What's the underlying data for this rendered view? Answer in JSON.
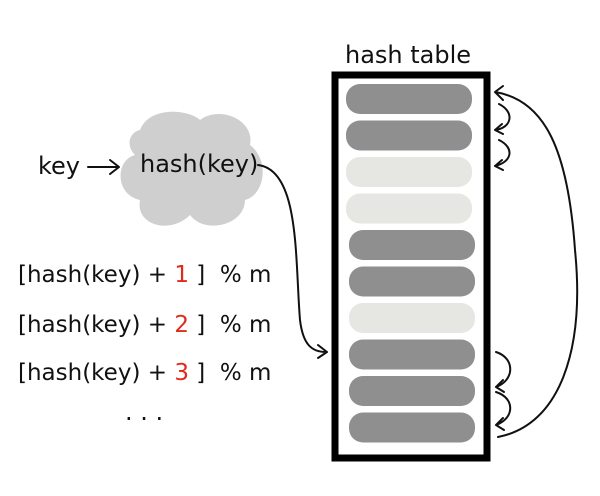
{
  "title": "hash table",
  "key_label": "key",
  "hash_label": "hash(key)",
  "probe_formulas": [
    {
      "prefix": "[hash(key) + ",
      "step": "1",
      "suffix": " ]  % m"
    },
    {
      "prefix": "[hash(key) + ",
      "step": "2",
      "suffix": " ]  % m"
    },
    {
      "prefix": "[hash(key) + ",
      "step": "3",
      "suffix": " ]  % m"
    }
  ],
  "ellipsis": ". . .",
  "slots": [
    "occupied",
    "occupied",
    "empty",
    "empty",
    "occupied",
    "occupied",
    "empty",
    "occupied",
    "occupied",
    "occupied"
  ],
  "colors": {
    "occupied": "#8f8f8f",
    "empty": "#e6e6e3",
    "cloud": "#cfcfcf",
    "step": "#e02a1e"
  }
}
